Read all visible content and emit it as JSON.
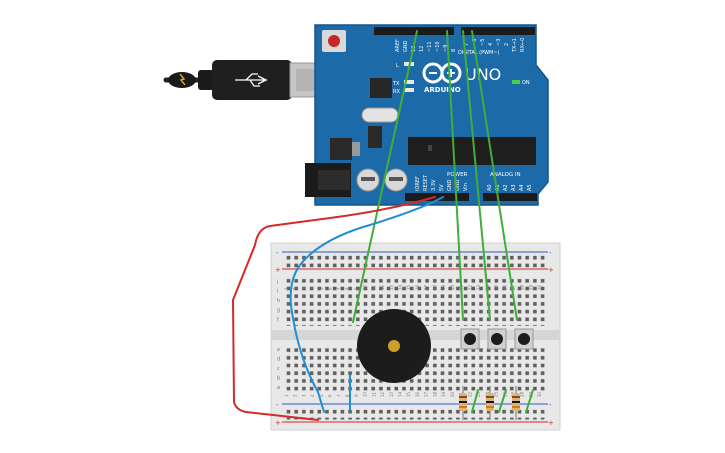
{
  "board": {
    "logo": "UNO",
    "brand": "ARDUINO",
    "on_label": "ON",
    "digital_label": "DIGITAL (PWM~)",
    "power_label": "POWER",
    "analog_label": "ANALOG IN",
    "pin_aref": "AREF",
    "pin_gnd": "GND",
    "pin_13": "13",
    "pin_12": "12",
    "pin_11": "~11",
    "pin_10": "~10",
    "pin_9": "~9",
    "pin_8": "8",
    "pin_7": "7",
    "pin_6": "~6",
    "pin_5": "~5",
    "pin_4": "4",
    "pin_3": "~3",
    "pin_2": "2",
    "pin_tx": "TX→1",
    "pin_rx": "RX←0",
    "led_l": "L",
    "led_tx": "TX",
    "led_rx": "RX",
    "pwr_ioref": "IOREF",
    "pwr_reset": "RESET",
    "pwr_3v3": "3.3V",
    "pwr_5v": "5V",
    "pwr_gnd1": "GND",
    "pwr_gnd2": "GND",
    "pwr_vin": "Vin",
    "pin_a0": "A0",
    "pin_a1": "A1",
    "pin_a2": "A2",
    "pin_a3": "A3",
    "pin_a4": "A4",
    "pin_a5": "A5"
  },
  "breadboard": {
    "rows_top": [
      "j",
      "i",
      "h",
      "g",
      "f"
    ],
    "rows_bottom": [
      "e",
      "d",
      "c",
      "b",
      "a"
    ],
    "col_numbers": [
      "1",
      "2",
      "3",
      "4",
      "5",
      "6",
      "7",
      "8",
      "9",
      "10",
      "11",
      "12",
      "13",
      "14",
      "15",
      "16",
      "17",
      "18",
      "19",
      "20",
      "21",
      "22",
      "23",
      "24",
      "25",
      "26",
      "27",
      "28",
      "29",
      "30"
    ],
    "rail_plus": "+",
    "rail_minus": "-"
  },
  "colors": {
    "board_blue": "#1d6aa8",
    "board_dark": "#15558a",
    "wire_green": "#3fae3a",
    "wire_red": "#d42a2a",
    "wire_blue": "#1f8fd4",
    "breadboard": "#e8e8e8",
    "rail_red": "#d42a2a",
    "rail_blue": "#2a5fbf"
  }
}
